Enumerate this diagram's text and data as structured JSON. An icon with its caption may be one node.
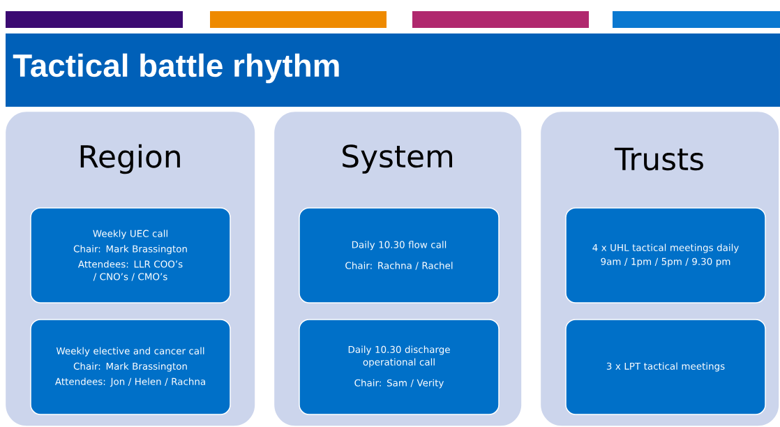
{
  "diagram": {
    "title": "Tactical battle rhythm",
    "nodes": [
      {
        "text": [
          "Region"
        ]
      },
      {
        "text": [
          "Weekly UEC call",
          "Chair: Mark Brassington",
          "Attendees: LLR COO’s / CNO’s / CMO’s"
        ],
        "in": 0
      },
      {
        "text": [
          "Weekly elective and cancer call",
          "Chair: Mark Brassington",
          "Attendees: Jon / Helen / Rachna"
        ],
        "in": 0
      },
      {
        "text": [
          "System"
        ]
      },
      {
        "text": [
          "Daily 10.30 flow call",
          "Chair: Rachna / Rachel"
        ],
        "in": 3
      },
      {
        "text": [
          "Daily 10.30 discharge operational call",
          "Chair: Sam / Verity"
        ],
        "in": 3
      },
      {
        "text": [
          "Trusts"
        ]
      },
      {
        "text": [
          "4 x UHL tactical meetings daily",
          "9am / 1pm / 5pm / 9.30 pm"
        ],
        "in": 6
      },
      {
        "text": [
          "3 x LPT tactical meetings"
        ],
        "in": 6
      }
    ]
  }
}
